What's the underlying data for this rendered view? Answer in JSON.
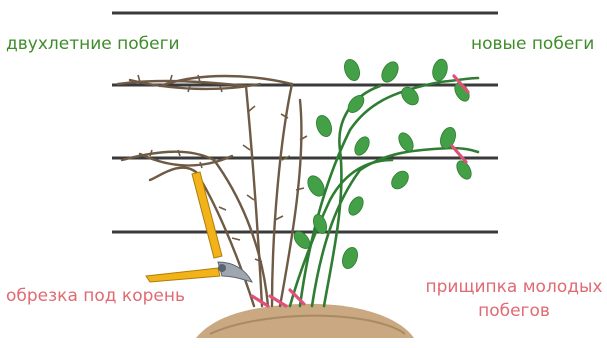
{
  "labels": {
    "old_shoots": "двухлетние побеги",
    "new_shoots": "новые побеги",
    "root_cut": "обрезка под корень",
    "pinch_line1": "прищипка молодых",
    "pinch_line2": "побегов"
  },
  "colors": {
    "green_label": "#3f8d2a",
    "red_label": "#e06a72",
    "wire": "#3a3a3a",
    "old_cane": "#6e5a45",
    "new_cane": "#2e7d32",
    "leaf": "#43a047",
    "soil": "#c9a882",
    "pruner_blade": "#f2b21a",
    "cut_mark": "#e0507a"
  },
  "icons": [
    "pruning-shears-icon"
  ]
}
